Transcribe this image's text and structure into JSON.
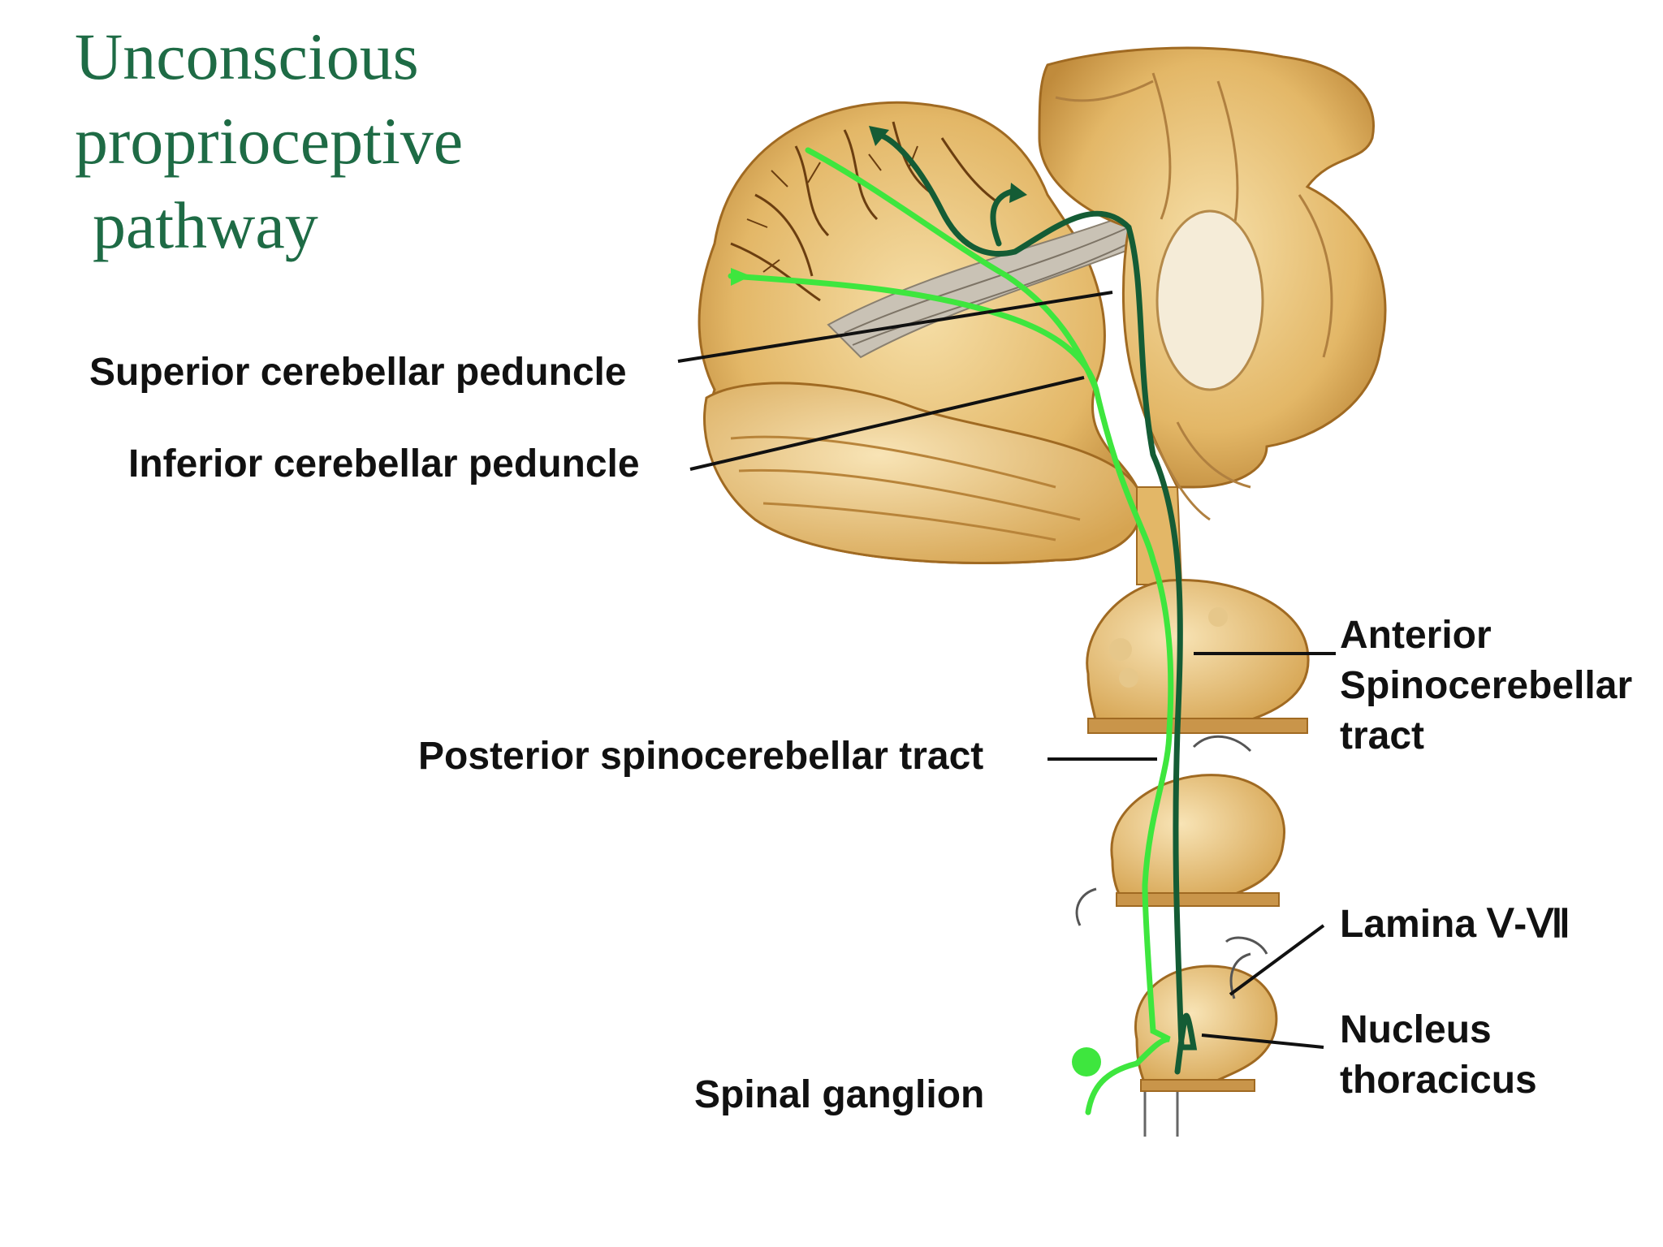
{
  "title": {
    "line1": "Unconscious",
    "line2": "proprioceptive",
    "line3": "pathway"
  },
  "labels": {
    "superior_peduncle": "Superior cerebellar peduncle",
    "inferior_peduncle": "Inferior cerebellar peduncle",
    "posterior_tract": "Posterior spinocerebellar tract",
    "spinal_ganglion": "Spinal  ganglion",
    "anterior_tract": [
      "Anterior",
      "Spinocerebellar",
      "tract"
    ],
    "lamina": "Lamina  Ⅴ-Ⅶ",
    "nucleus_thoracicus": [
      "Nucleus",
      "thoracicus"
    ]
  },
  "colors": {
    "title": "#1e6b45",
    "tissue": "#e8c07a",
    "tissue_dark": "#b07a2a",
    "posterior_tract_line": "#3ee63e",
    "anterior_tract_line": "#145c35",
    "leader_line": "#111111"
  }
}
